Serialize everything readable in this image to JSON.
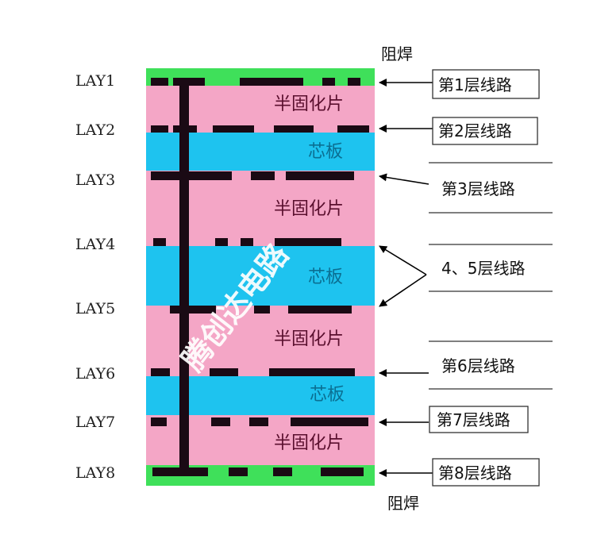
{
  "title": "8-layer PCB stack-up",
  "colors": {
    "solder_mask": "#3fe05a",
    "prepreg": "#f4a6c6",
    "core": "#1ec3ef",
    "copper": "#1a0a14"
  },
  "solder_mask_labels": {
    "top": "阻焊",
    "bottom": "阻焊"
  },
  "layers": [
    {
      "name": "LAY1",
      "callout": "第1层线路"
    },
    {
      "name": "LAY2",
      "callout": "第2层线路"
    },
    {
      "name": "LAY3",
      "callout": "第3层线路"
    },
    {
      "name": "LAY4",
      "callout": "4、5层线路"
    },
    {
      "name": "LAY5",
      "callout": ""
    },
    {
      "name": "LAY6",
      "callout": "第6层线路"
    },
    {
      "name": "LAY7",
      "callout": "第7层线路"
    },
    {
      "name": "LAY8",
      "callout": "第8层线路"
    }
  ],
  "materials": {
    "prepreg": "半固化片",
    "core": "芯板"
  },
  "watermark": "腾创达电路"
}
